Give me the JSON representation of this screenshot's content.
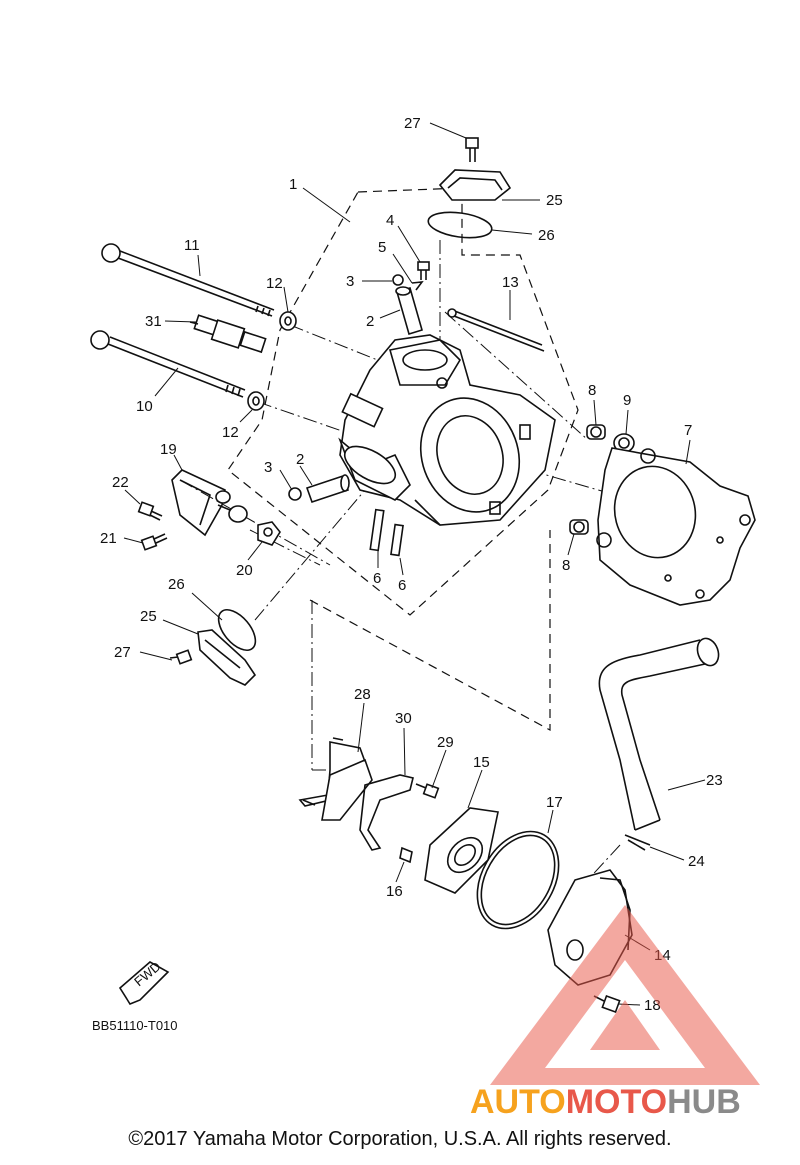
{
  "diagram_code": "BB51110-T010",
  "fwd_label": "FWD",
  "copyright": "©2017 Yamaha Motor Corporation, U.S.A. All rights reserved.",
  "watermark": {
    "brand_part1": "AUTO",
    "brand_part2": "MOTO",
    "brand_part3": "HUB",
    "color_orange": "#f6a21e",
    "color_red": "#e8584a",
    "color_gray": "#8a8a8a"
  },
  "callouts": [
    {
      "id": "c27a",
      "text": "27"
    },
    {
      "id": "c25a",
      "text": "25"
    },
    {
      "id": "c26a",
      "text": "26"
    },
    {
      "id": "c1",
      "text": "1"
    },
    {
      "id": "c4",
      "text": "4"
    },
    {
      "id": "c5",
      "text": "5"
    },
    {
      "id": "c3a",
      "text": "3"
    },
    {
      "id": "c11",
      "text": "11"
    },
    {
      "id": "c12a",
      "text": "12"
    },
    {
      "id": "c13",
      "text": "13"
    },
    {
      "id": "c31",
      "text": "31"
    },
    {
      "id": "c2a",
      "text": "2"
    },
    {
      "id": "c10",
      "text": "10"
    },
    {
      "id": "c12b",
      "text": "12"
    },
    {
      "id": "c8a",
      "text": "8"
    },
    {
      "id": "c9",
      "text": "9"
    },
    {
      "id": "c7",
      "text": "7"
    },
    {
      "id": "c19",
      "text": "19"
    },
    {
      "id": "c3b",
      "text": "3"
    },
    {
      "id": "c2b",
      "text": "2"
    },
    {
      "id": "c22",
      "text": "22"
    },
    {
      "id": "c21",
      "text": "21"
    },
    {
      "id": "c20",
      "text": "20"
    },
    {
      "id": "c6a",
      "text": "6"
    },
    {
      "id": "c6b",
      "text": "6"
    },
    {
      "id": "c8b",
      "text": "8"
    },
    {
      "id": "c26b",
      "text": "26"
    },
    {
      "id": "c25b",
      "text": "25"
    },
    {
      "id": "c27b",
      "text": "27"
    },
    {
      "id": "c28",
      "text": "28"
    },
    {
      "id": "c30",
      "text": "30"
    },
    {
      "id": "c29",
      "text": "29"
    },
    {
      "id": "c15",
      "text": "15"
    },
    {
      "id": "c17",
      "text": "17"
    },
    {
      "id": "c23",
      "text": "23"
    },
    {
      "id": "c24",
      "text": "24"
    },
    {
      "id": "c16",
      "text": "16"
    },
    {
      "id": "c14",
      "text": "14"
    },
    {
      "id": "c18",
      "text": "18"
    }
  ]
}
